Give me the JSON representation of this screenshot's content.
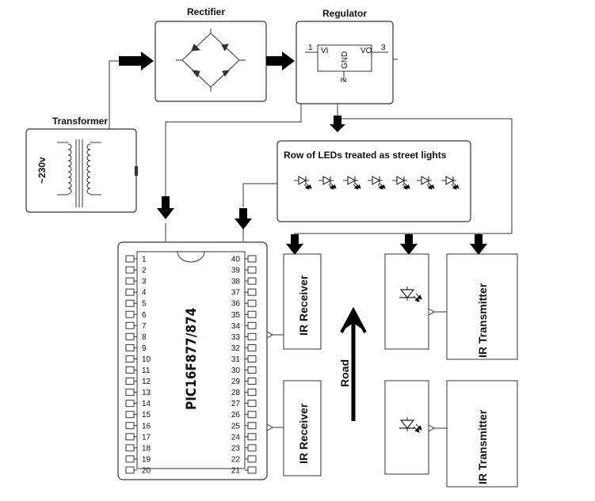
{
  "labels": {
    "rectifier": "Rectifier",
    "regulator": "Regulator",
    "transformer": "Transformer",
    "voltage": "~230v",
    "led_row_title": "Row of LEDs treated as street lights",
    "chip": "PIC16F877/874",
    "road": "Road",
    "ir_receiver_1": "IR Receiver",
    "ir_receiver_2": "IR Receiver",
    "ir_transmitter_1": "IR Transmitter",
    "ir_transmitter_2": "IR Transmitter"
  },
  "regulator_pins": {
    "vi": "VI",
    "vo": "VO",
    "gnd": "GND",
    "pin1": "1",
    "pin2": "2",
    "pin3": "3"
  },
  "chip_pins": {
    "left": [
      "1",
      "2",
      "3",
      "4",
      "5",
      "6",
      "7",
      "8",
      "9",
      "10",
      "11",
      "12",
      "13",
      "14",
      "15",
      "16",
      "17",
      "18",
      "19",
      "20"
    ],
    "right": [
      "40",
      "39",
      "38",
      "37",
      "36",
      "35",
      "34",
      "33",
      "32",
      "31",
      "30",
      "29",
      "28",
      "27",
      "26",
      "25",
      "24",
      "23",
      "22",
      "21"
    ]
  },
  "street_light_count": 7
}
